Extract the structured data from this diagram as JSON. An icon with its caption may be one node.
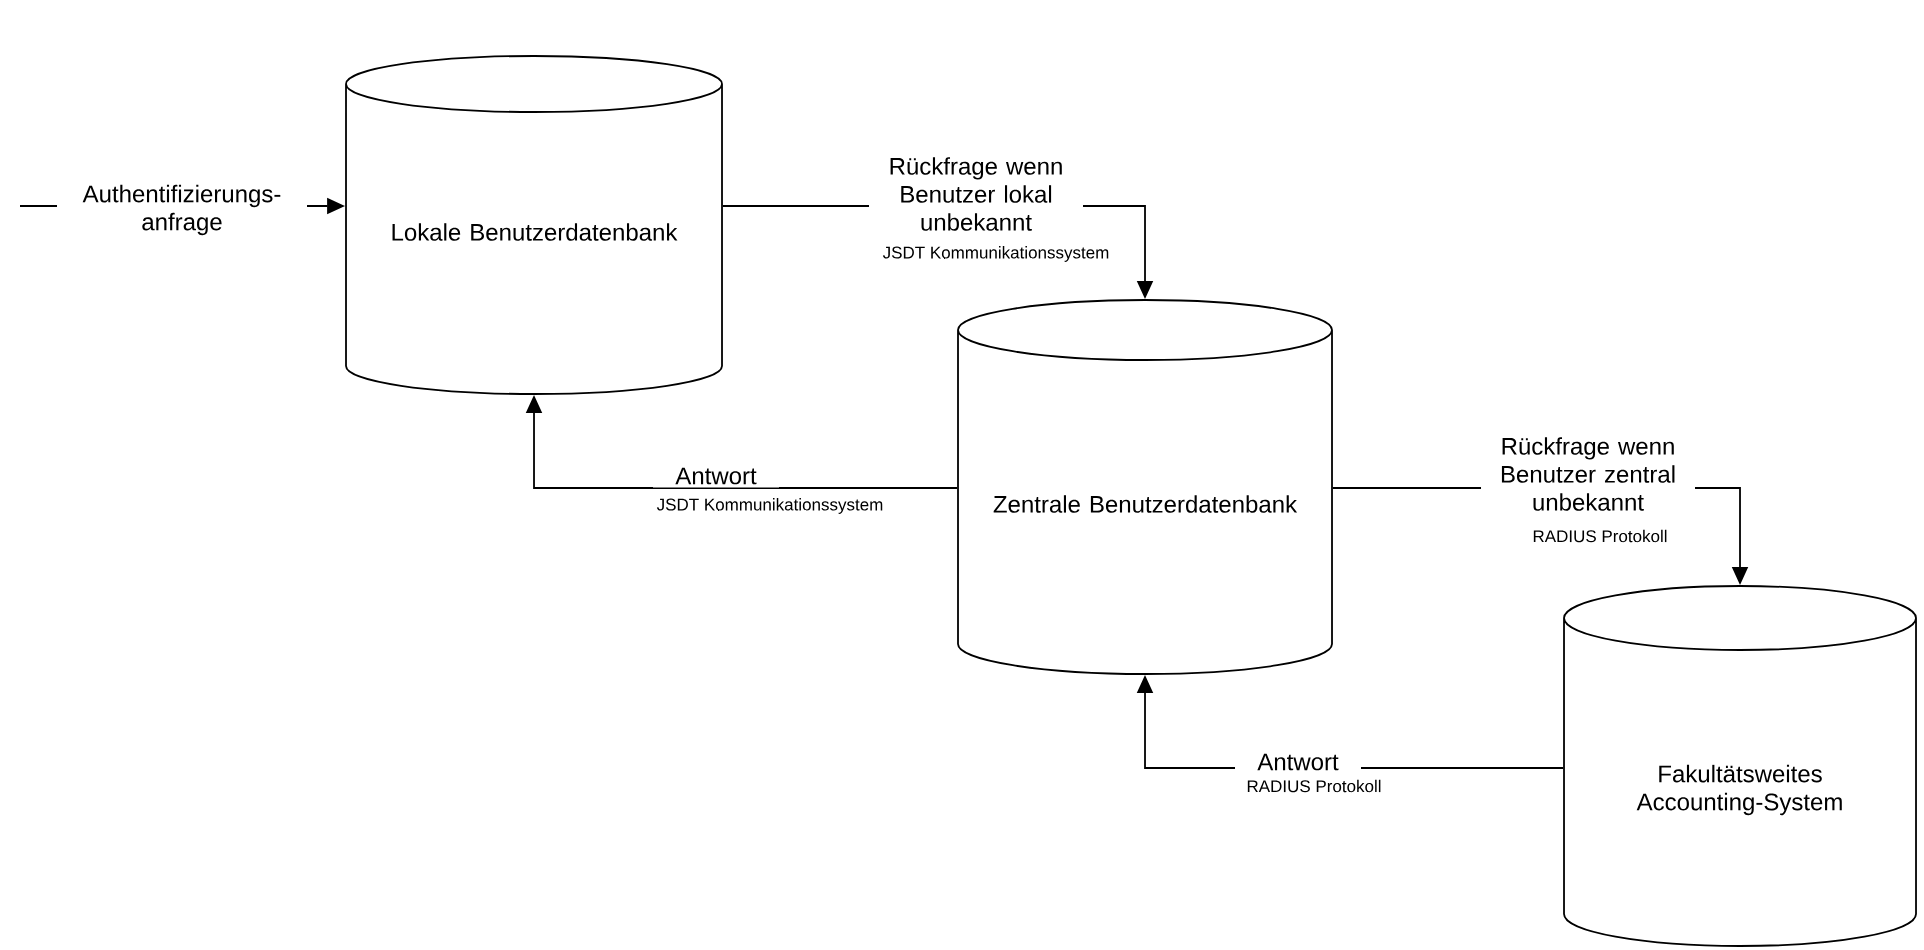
{
  "diagram": {
    "nodes": [
      {
        "text": [
          "Lokale Benutzerdatenbank"
        ]
      },
      {
        "text": [
          "Zentrale Benutzerdatenbank"
        ]
      },
      {
        "text": [
          "Fakultätsweites Accounting-System"
        ]
      }
    ],
    "edges": [
      {
        "from": null,
        "to": 0,
        "arrow": "to",
        "label": "Authentifizierungs-anfrage"
      },
      {
        "from": 0,
        "to": 1,
        "arrow": "to",
        "label": "Rückfrage wenn Benutzer lokal unbekannt"
      },
      {
        "from": 1,
        "to": 0,
        "arrow": "to",
        "label": "Antwort"
      },
      {
        "from": 1,
        "to": 2,
        "arrow": "to",
        "label": "Rückfrage wenn Benutzer zentral unbekannt"
      },
      {
        "from": 2,
        "to": 1,
        "arrow": "to",
        "label": "Antwort"
      }
    ],
    "labels": [
      "JSDT Kommunikationssystem",
      "JSDT Kommunikationssystem",
      "RADIUS Protokoll",
      "RADIUS Protokoll"
    ]
  }
}
